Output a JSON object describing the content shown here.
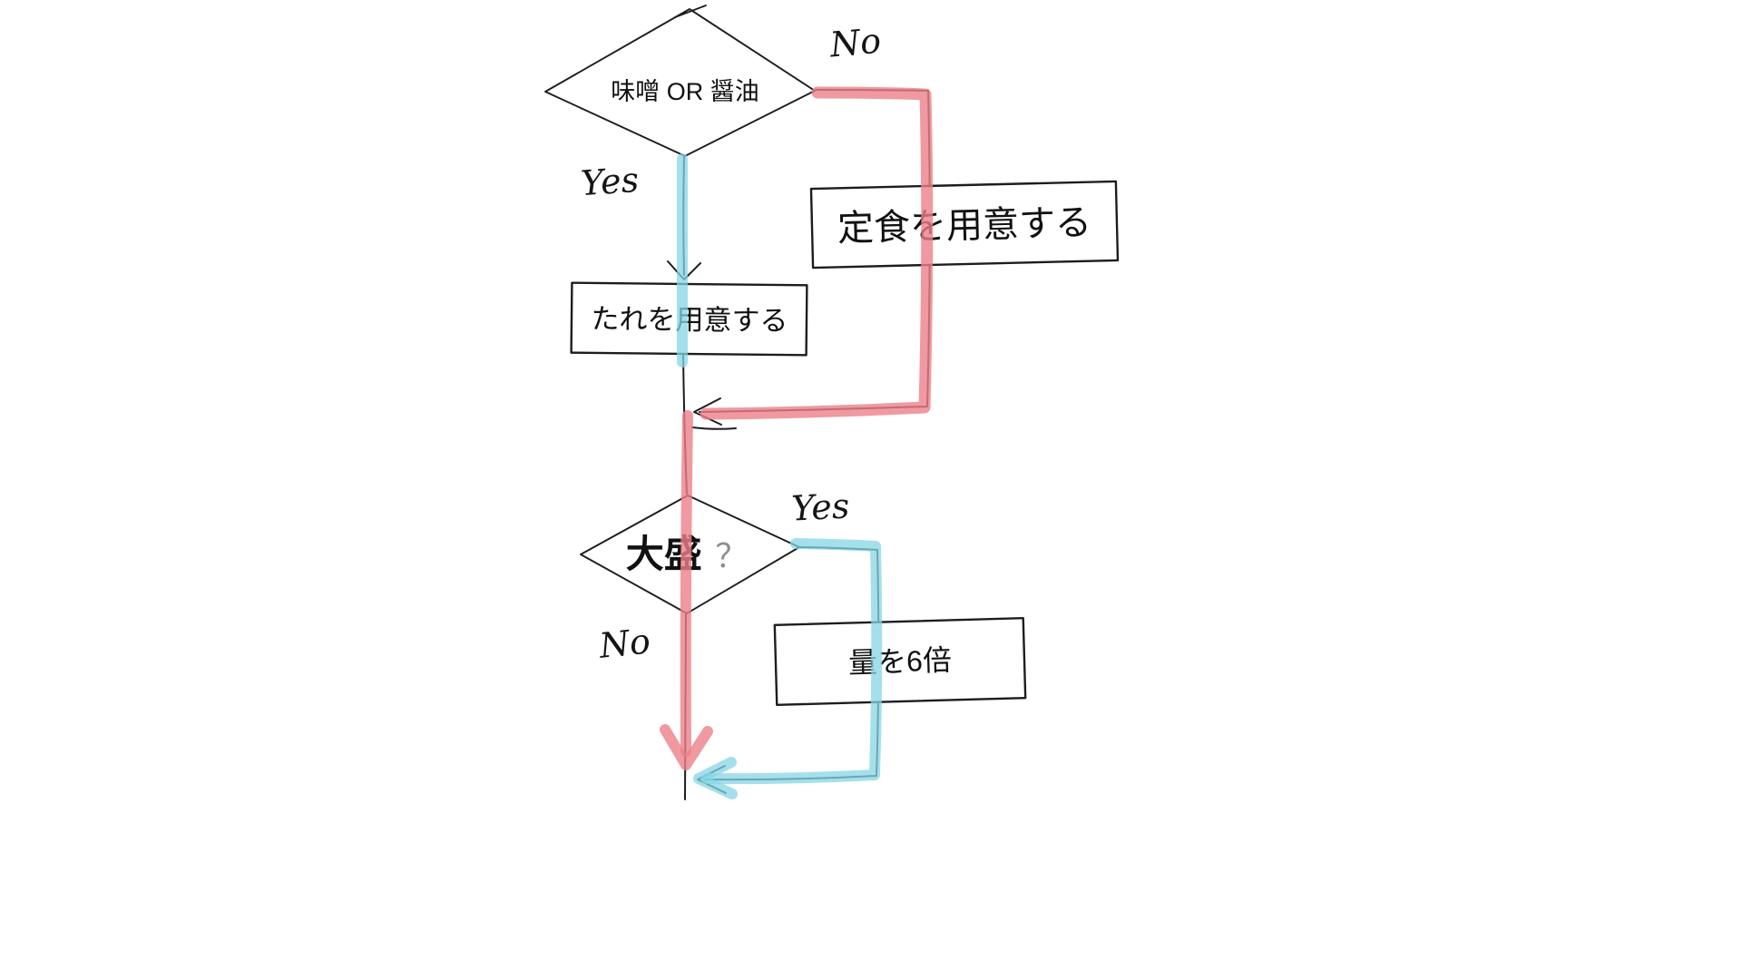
{
  "page": {
    "background": "#ffffff"
  },
  "diagram": {
    "colors": {
      "ink": "#1d1d1d",
      "highlight_pink": "#ec7f88",
      "highlight_blue": "#86d5e6"
    },
    "nodes": {
      "decision_sauce": {
        "label": "味噌 OR 醤油"
      },
      "process_tare": {
        "label": "たれを用意する"
      },
      "process_teishoku": {
        "label": "定食を用意する"
      },
      "decision_oomori": {
        "label": "大盛",
        "question_mark": "？"
      },
      "process_x6": {
        "label": "量を6倍"
      }
    },
    "edge_labels": {
      "sauce_no": "No",
      "sauce_yes": "Yes",
      "oomori_yes": "Yes",
      "oomori_no": "No"
    }
  }
}
